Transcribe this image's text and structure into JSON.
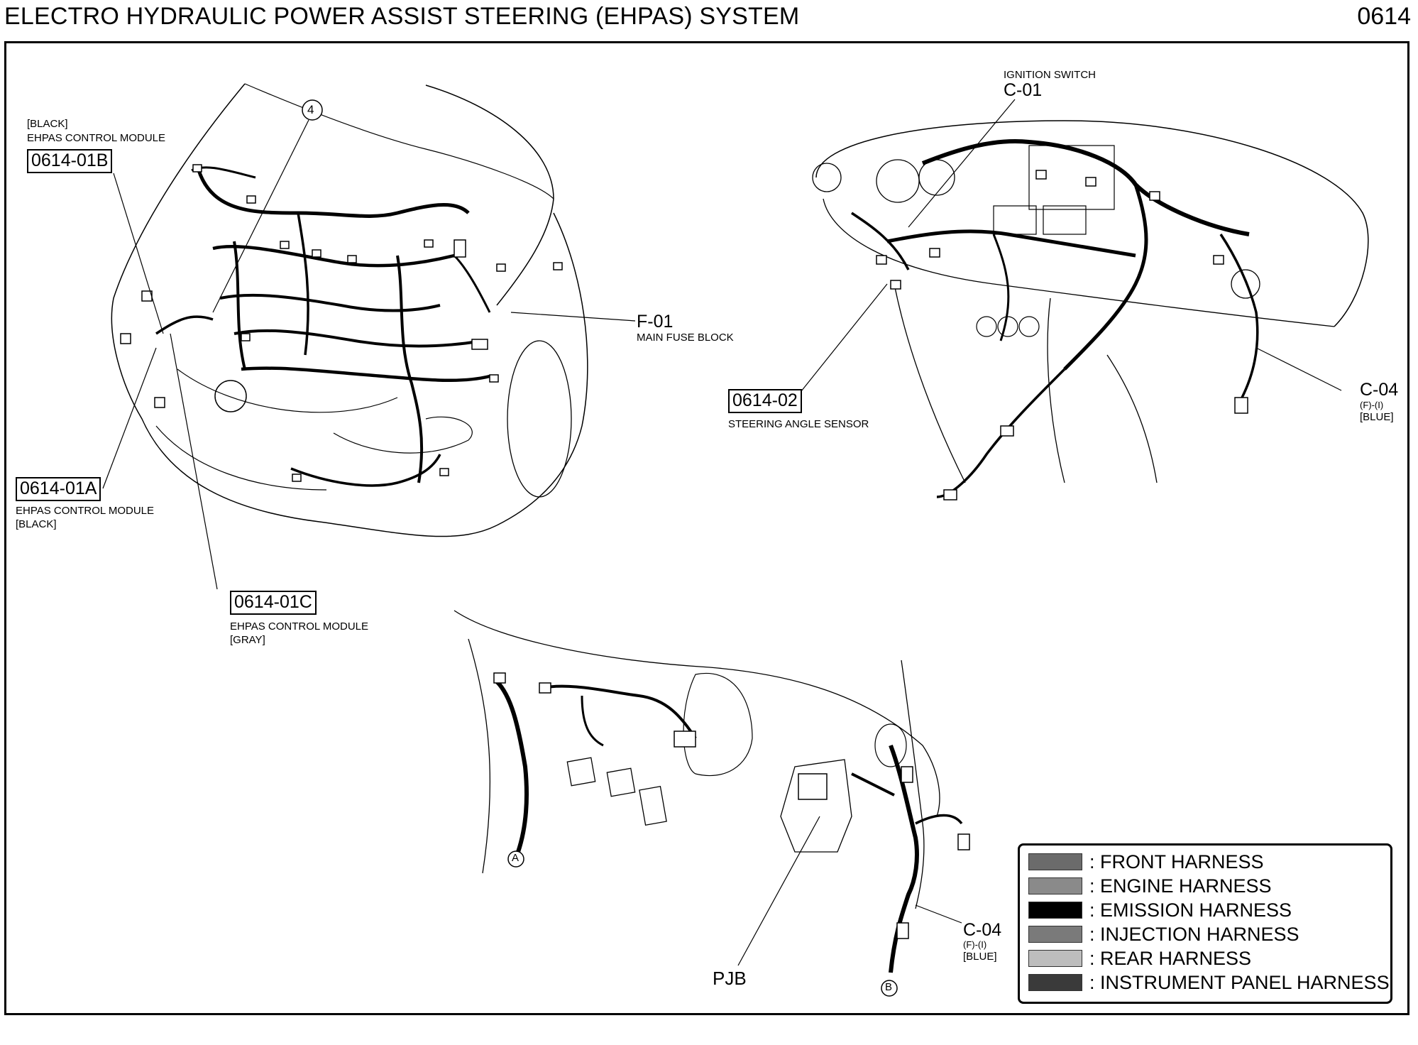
{
  "header": {
    "title": "ELECTRO HYDRAULIC POWER ASSIST STEERING (EHPAS) SYSTEM",
    "page_number": "0614"
  },
  "engine_view": {
    "circle_marker": "4",
    "connector_01B": {
      "color": "[BLACK]",
      "name": "EHPAS CONTROL MODULE",
      "code": "0614-01B"
    },
    "connector_01A": {
      "code": "0614-01A",
      "name": "EHPAS CONTROL MODULE",
      "color": "[BLACK]"
    },
    "connector_01C": {
      "code": "0614-01C",
      "name": "EHPAS CONTROL MODULE",
      "color": "[GRAY]"
    },
    "fuse_block": {
      "code": "F-01",
      "name": "MAIN FUSE BLOCK"
    }
  },
  "dash_view": {
    "ignition": {
      "name": "IGNITION SWITCH",
      "code": "C-01"
    },
    "steering_sensor": {
      "code": "0614-02",
      "name": "STEERING ANGLE SENSOR"
    },
    "c04": {
      "code": "C-04",
      "sub": "(F)-(I)",
      "color": "[BLUE]"
    }
  },
  "interior_view": {
    "pjb": "PJB",
    "c04": {
      "code": "C-04",
      "sub": "(F)-(I)",
      "color": "[BLUE]"
    },
    "marker_a": "A",
    "marker_b": "B"
  },
  "legend": {
    "items": [
      {
        "label": ": FRONT HARNESS",
        "color": "#6b6b6b"
      },
      {
        "label": ": ENGINE HARNESS",
        "color": "#8a8a8a"
      },
      {
        "label": ": EMISSION HARNESS",
        "color": "#000000"
      },
      {
        "label": ": INJECTION HARNESS",
        "color": "#7a7a7a"
      },
      {
        "label": ": REAR HARNESS",
        "color": "#bdbdbd"
      },
      {
        "label": ": INSTRUMENT PANEL HARNESS",
        "color": "#3a3a3a"
      }
    ]
  }
}
